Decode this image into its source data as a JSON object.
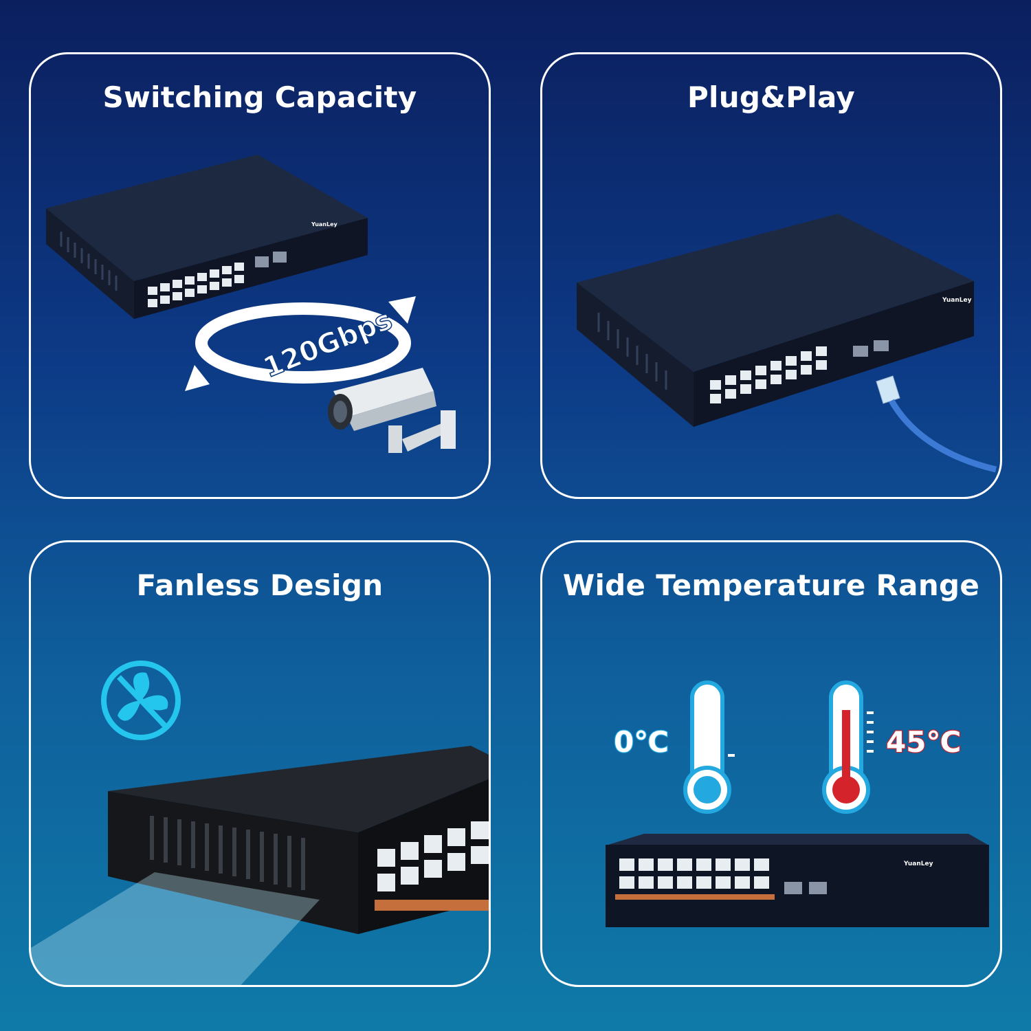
{
  "panels": [
    {
      "title": "Switching Capacity",
      "badge": "120Gbps"
    },
    {
      "title": "Plug&Play"
    },
    {
      "title": "Fanless Design"
    },
    {
      "title": "Wide Temperature Range",
      "min_temp": "0℃",
      "max_temp": "45℃"
    }
  ],
  "brand": "YuanLey",
  "colors": {
    "background_top": "#0b1f5e",
    "background_bottom": "#0f7aa8",
    "switch_body": "#1d2940",
    "cold": "#23a8e0",
    "hot": "#d5232b",
    "fan_icon": "#25c6ee"
  },
  "icons": [
    "security-camera-icon",
    "ethernet-cable-icon",
    "no-fan-icon",
    "thermometer-cold-icon",
    "thermometer-hot-icon"
  ]
}
